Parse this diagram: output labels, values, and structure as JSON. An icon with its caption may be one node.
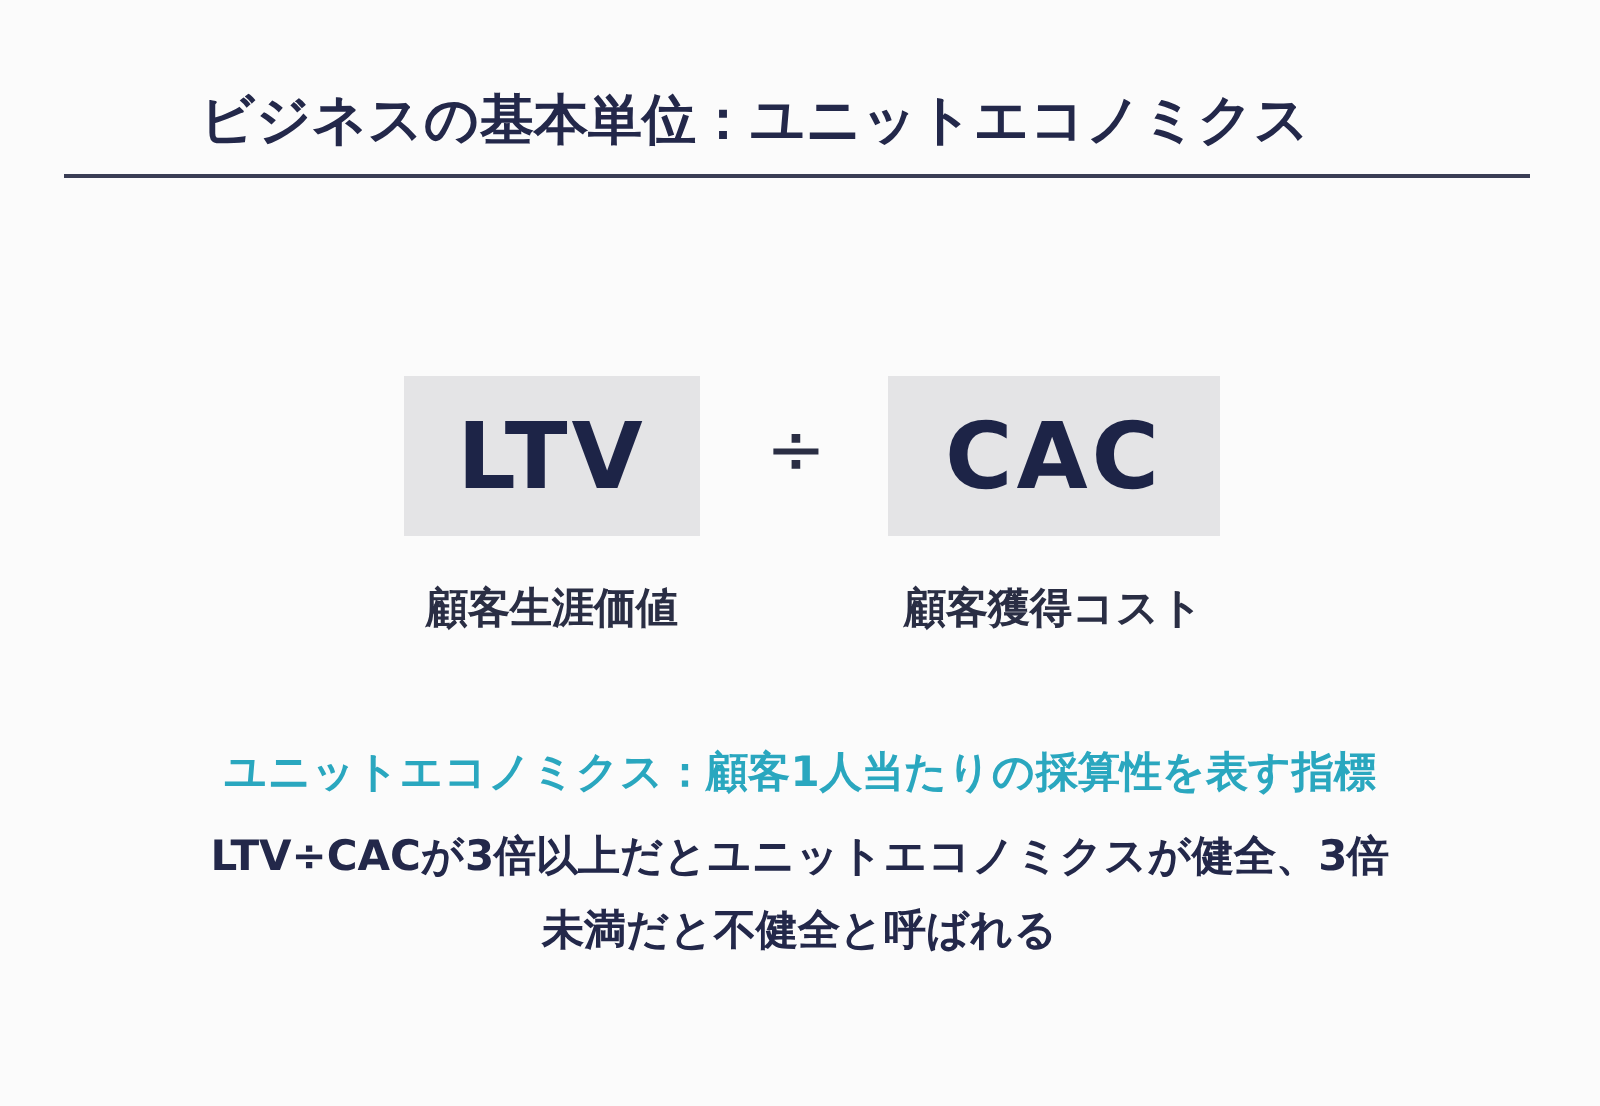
{
  "diagram": {
    "title": "ビジネスの基本単位：ユニットエコノミクス",
    "nodes": [
      {
        "text": [
          "LTV"
        ],
        "beside": [
          "顧客生涯価値"
        ]
      },
      {
        "text": [
          "CAC"
        ],
        "beside": [
          "顧客獲得コスト"
        ]
      }
    ],
    "labels": [
      "÷",
      "ユニットエコノミクス：顧客1人当たりの採算性を表す指標",
      "LTV÷CACが3倍以上だとユニットエコノミクスが健全、3倍未満だと不健全と呼ばれる"
    ]
  }
}
